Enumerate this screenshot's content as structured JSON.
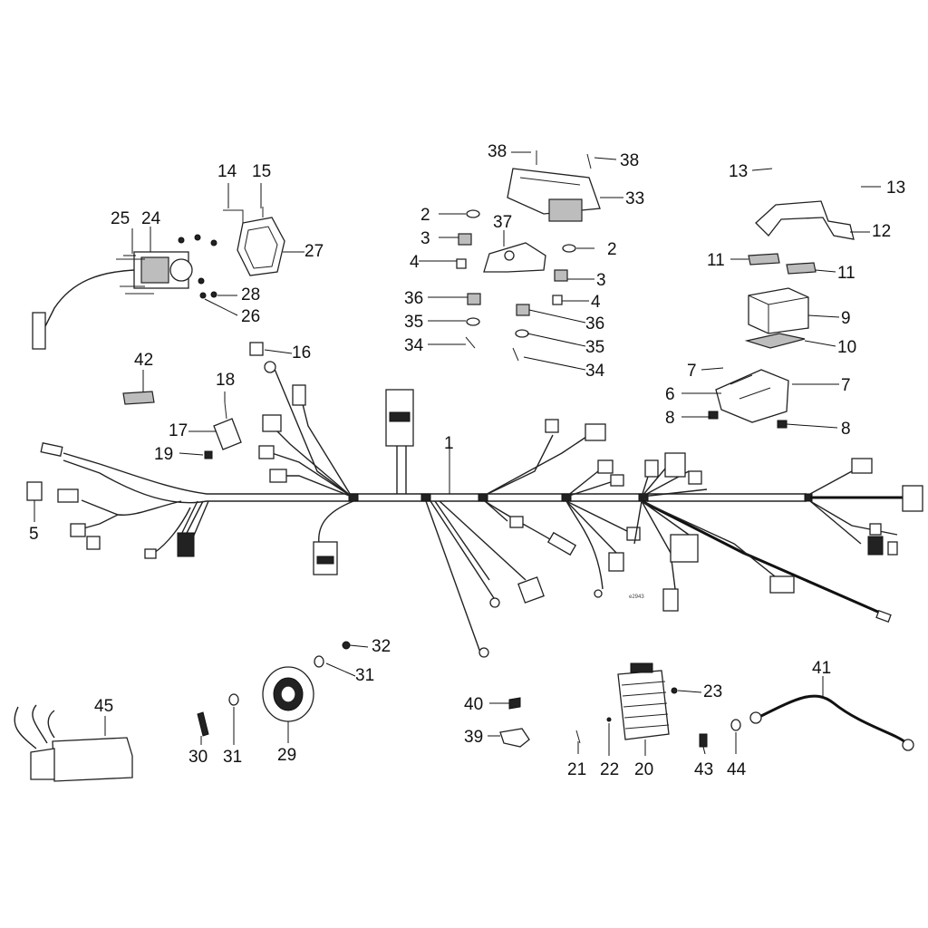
{
  "labels": {
    "p1": "1",
    "p2a": "2",
    "p2b": "2",
    "p3a": "3",
    "p3b": "3",
    "p4a": "4",
    "p4b": "4",
    "p5": "5",
    "p6": "6",
    "p7a": "7",
    "p7b": "7",
    "p8a": "8",
    "p8b": "8",
    "p9": "9",
    "p10": "10",
    "p11a": "11",
    "p11b": "11",
    "p12": "12",
    "p13a": "13",
    "p13b": "13",
    "p14": "14",
    "p15": "15",
    "p16": "16",
    "p17": "17",
    "p18": "18",
    "p19": "19",
    "p20": "20",
    "p21": "21",
    "p22": "22",
    "p23": "23",
    "p24": "24",
    "p25": "25",
    "p26": "26",
    "p27": "27",
    "p28": "28",
    "p29": "29",
    "p30": "30",
    "p31a": "31",
    "p31b": "31",
    "p32": "32",
    "p33": "33",
    "p34a": "34",
    "p34b": "34",
    "p35a": "35",
    "p35b": "35",
    "p36a": "36",
    "p36b": "36",
    "p37": "37",
    "p38a": "38",
    "p38b": "38",
    "p39": "39",
    "p40": "40",
    "p41": "41",
    "p42": "42",
    "p43": "43",
    "p44": "44",
    "p45": "45"
  },
  "figure_code": "e2943"
}
